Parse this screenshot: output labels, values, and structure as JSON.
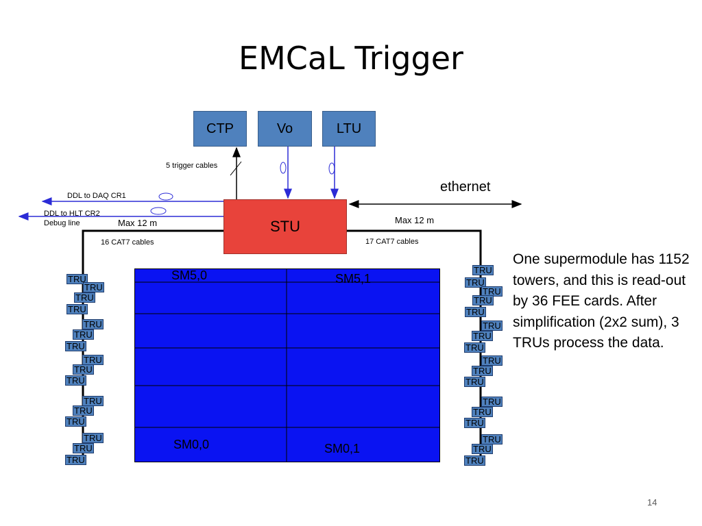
{
  "title": "EMCaL Trigger",
  "boxes": {
    "ctp": "CTP",
    "vo": "Vo",
    "ltu": "LTU",
    "stu": "STU"
  },
  "labels": {
    "trigger_cables": "5 trigger cables",
    "ethernet": "ethernet",
    "ddl_daq": "DDL to DAQ CR1",
    "ddl_hlt": "DDL to HLT CR2",
    "debug_line": "Debug line",
    "max_left": "Max 12 m",
    "max_right": "Max 12 m",
    "cat7_left": "16 CAT7 cables",
    "cat7_right": "17 CAT7 cables"
  },
  "supermodules": {
    "sm50": "SM5,0",
    "sm51": "SM5,1",
    "sm00": "SM0,0",
    "sm01": "SM0,1"
  },
  "tru_label": "TRU",
  "description": "One supermodule has 1152 towers, and this is read-out by 36 FEE cards. After simplification (2x2 sum), 3 TRUs process the data.",
  "page_number": "14",
  "colors": {
    "box_blue": "#4f81bd",
    "stu_red": "#e8433b",
    "grid_blue": "#0a13f2",
    "wire_blue": "#2b2bd6"
  }
}
